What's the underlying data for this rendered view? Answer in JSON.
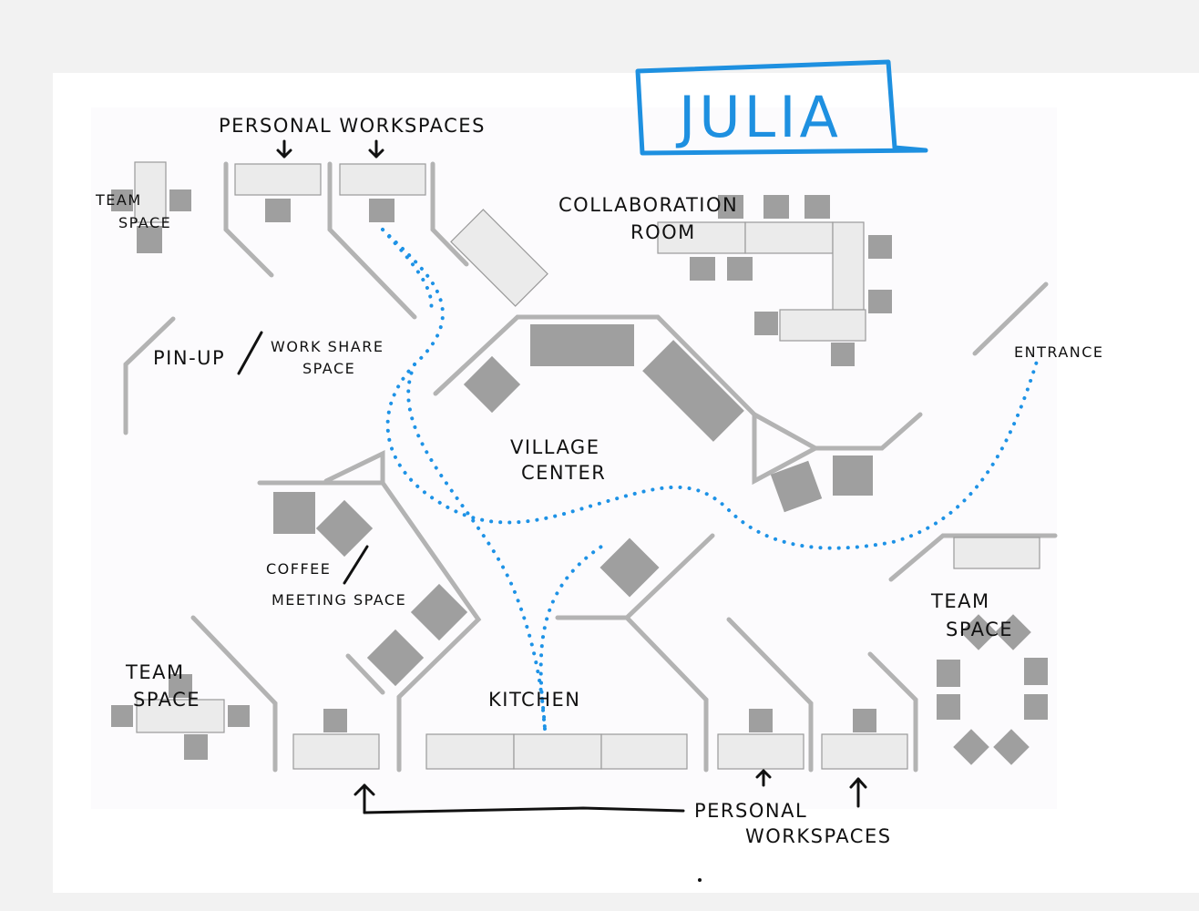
{
  "title": "JULIA",
  "labels": {
    "personal_workspaces_top": "PERSONAL WORKSPACES",
    "collaboration_room": [
      "COLLABORATION",
      "ROOM"
    ],
    "team_space_nw": [
      "TEAM",
      "SPACE"
    ],
    "pin_up": "PIN-UP",
    "work_share_space": [
      "WORK SHARE",
      "SPACE"
    ],
    "entrance": "ENTRANCE",
    "village_center": [
      "VILLAGE",
      "CENTER"
    ],
    "coffee": "COFFEE",
    "meeting_space": "MEETING SPACE",
    "team_space_sw": [
      "TEAM",
      "SPACE"
    ],
    "kitchen": "KITCHEN",
    "team_space_se": [
      "TEAM",
      "SPACE"
    ],
    "personal_workspaces_bottom": [
      "PERSONAL",
      "WORKSPACES"
    ]
  },
  "colors": {
    "title": "#1e90e0",
    "path": "#1d92e6",
    "furniture": "#9f9f9f",
    "desk": "#ebebeb",
    "wall": "#b3b3b3",
    "ink": "#111111"
  }
}
